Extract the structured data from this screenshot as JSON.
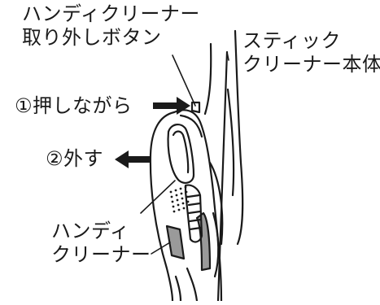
{
  "labels": {
    "release_button": [
      "ハンディクリーナー",
      "取り外しボタン"
    ],
    "stick_body": [
      "スティック",
      "クリーナー本体"
    ],
    "step1": "①押しながら",
    "step2": "②外す",
    "handy_unit": [
      "ハンディ",
      "クリーナー"
    ]
  },
  "colors": {
    "ink": "#1a1a1a",
    "gray_panel": "#9a9a9a"
  }
}
